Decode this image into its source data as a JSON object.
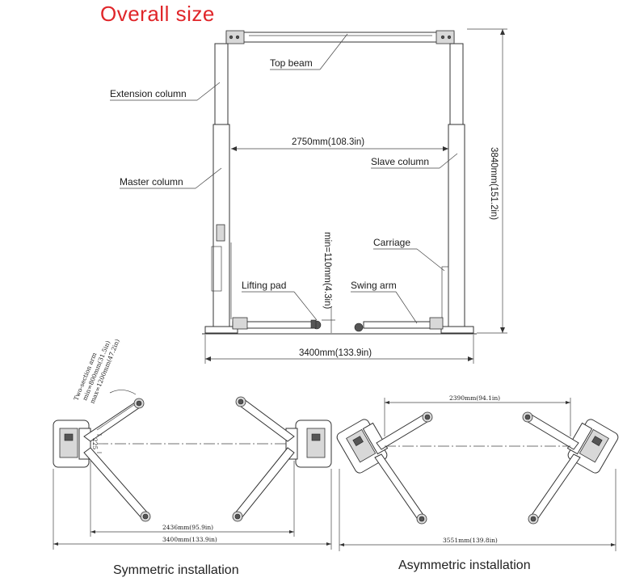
{
  "title": "Overall size",
  "front_view": {
    "labels": {
      "top_beam": "Top beam",
      "extension_column": "Extension column",
      "master_column": "Master  column",
      "slave_column": "Slave  column",
      "carriage": "Carriage",
      "lifting_pad": "Lifting pad",
      "swing_arm": "Swing arm"
    },
    "dimensions": {
      "inner_width": "2750mm(108.3in)",
      "height": "3840mm(151.2in)",
      "min_height": "min=110mm(4.3in)",
      "overall_width": "3400mm(133.9in)"
    }
  },
  "symmetric_view": {
    "arm_label_line1": "Two-section arm",
    "arm_label_line2": "min=800mm(31.5in)",
    "arm_label_line3": "max=1200mm(47.2in)",
    "offset": "225",
    "inner_width": "2436mm(95.9in)",
    "overall_width": "3400mm(133.9in)",
    "caption": "Symmetric installation"
  },
  "asymmetric_view": {
    "top_width": "2390mm(94.1in)",
    "overall_width": "3551mm(139.8in)",
    "caption": "Asymmetric installation"
  }
}
